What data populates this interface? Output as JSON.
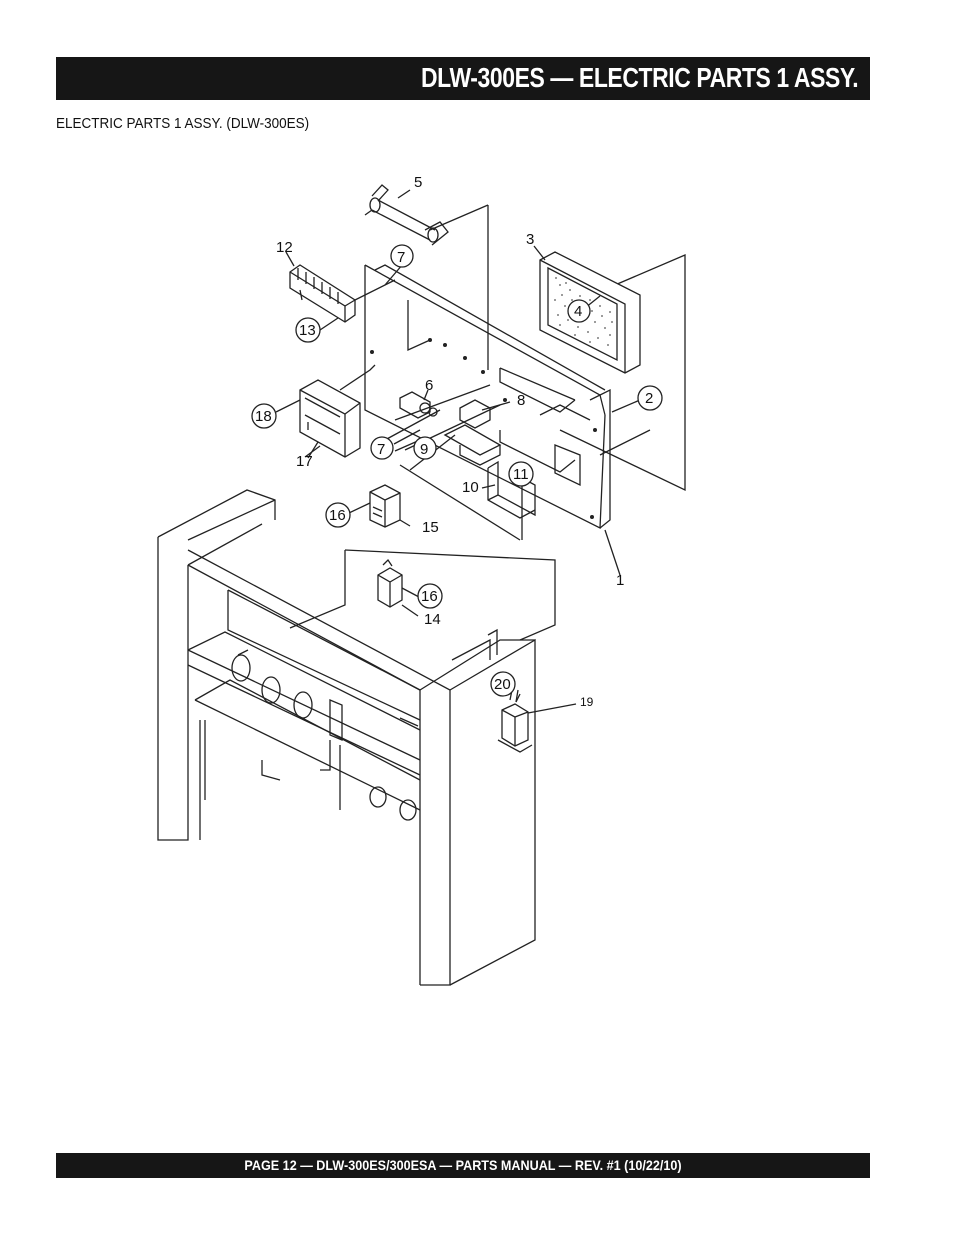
{
  "header": {
    "title": "DLW-300ES — ELECTRIC PARTS 1 ASSY."
  },
  "subtitle": "ELECTRIC PARTS 1 ASSY. (DLW-300ES)",
  "callouts": {
    "p1": "1",
    "p2": "2",
    "p3": "3",
    "p4": "4",
    "p5": "5",
    "p6": "6",
    "p7a": "7",
    "p7b": "7",
    "p8": "8",
    "p9": "9",
    "p10": "10",
    "p11": "11",
    "p12": "12",
    "p13": "13",
    "p14": "14",
    "p15": "15",
    "p16a": "16",
    "p16b": "16",
    "p17": "17",
    "p18": "18",
    "p19": "19",
    "p20": "20"
  },
  "footer": {
    "text": "PAGE 12 — DLW-300ES/300ESA  —  PARTS MANUAL — REV. #1  (10/22/10)"
  }
}
